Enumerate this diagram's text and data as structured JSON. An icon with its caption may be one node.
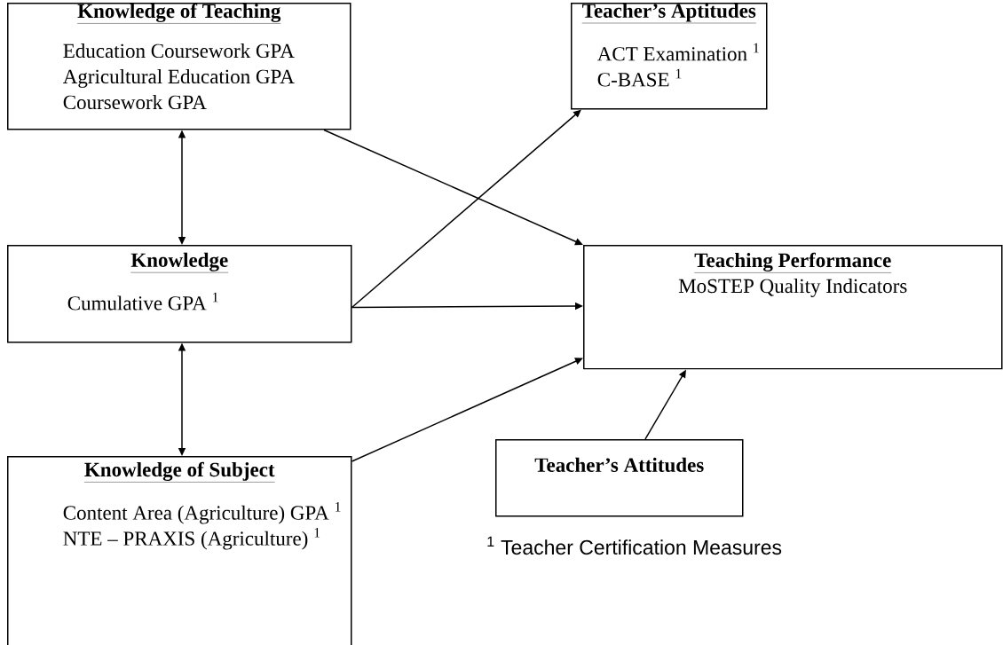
{
  "diagram": {
    "nodes": [
      {
        "text": [
          "Knowledge of Teaching",
          "Education Coursework GPA",
          "Agricultural Education GPA",
          "Coursework GPA"
        ]
      },
      {
        "text": [
          "Teacher’s Aptitudes",
          "ACT Examination $^{1}$",
          "C-BASE $^{1}$"
        ]
      },
      {
        "text": [
          "Knowledge",
          "Cumulative GPA $^{1}$"
        ]
      },
      {
        "text": [
          "Teaching Performance",
          "MoSTEP Quality Indicators"
        ]
      },
      {
        "text": [
          "Knowledge of Subject",
          "Content Area (Agriculture) GPA $^{1}$",
          "NTE – PRAXIS (Agriculture) $^{1}$"
        ]
      },
      {
        "text": [
          "Teacher’s Attitudes"
        ]
      }
    ],
    "edges": [
      {
        "from": 0,
        "to": 2,
        "arrow": "both"
      },
      {
        "from": 2,
        "to": 4,
        "arrow": "both"
      },
      {
        "from": 0,
        "to": 3,
        "arrow": "to"
      },
      {
        "from": 2,
        "to": 1,
        "arrow": "to"
      },
      {
        "from": 2,
        "to": 3,
        "arrow": "to"
      },
      {
        "from": 4,
        "to": 3,
        "arrow": "to"
      },
      {
        "from": 5,
        "to": 3,
        "arrow": "to"
      }
    ],
    "labels": [
      "$^{1}$ Teacher Certification Measures"
    ]
  }
}
